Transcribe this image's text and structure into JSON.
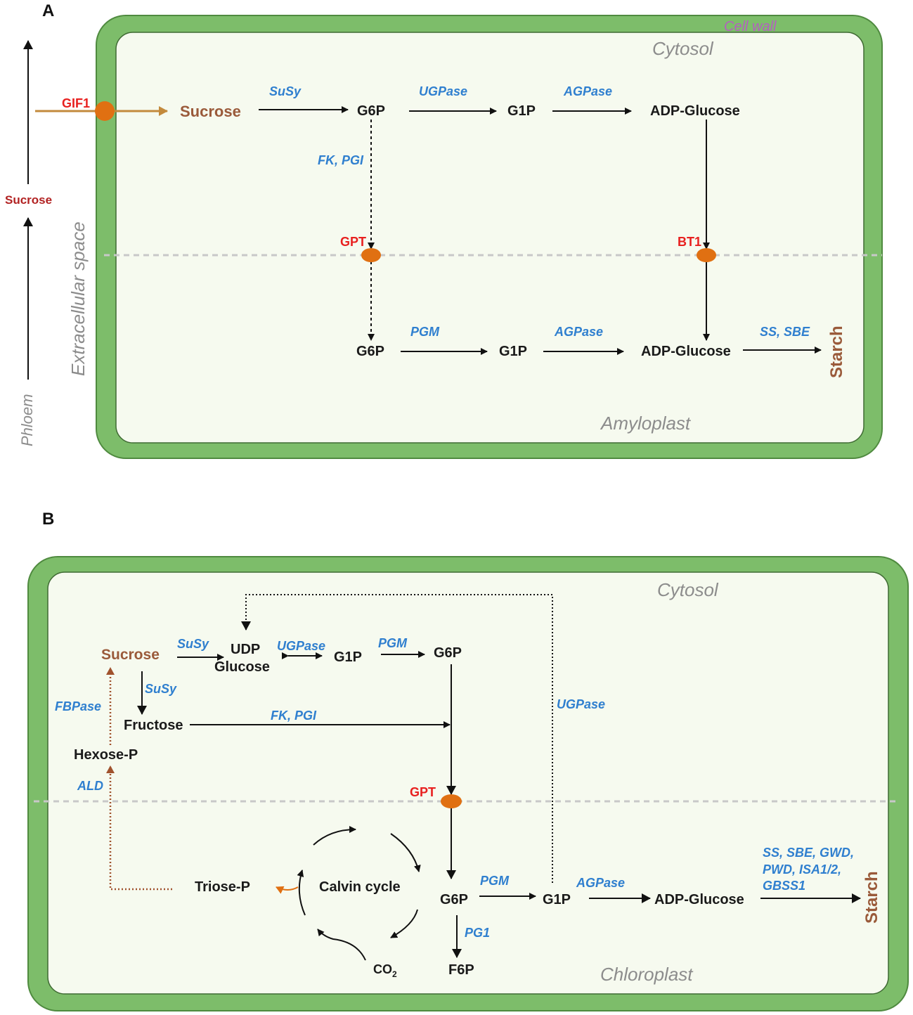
{
  "panelA": {
    "letter": "A",
    "cell_wall": "Cell wall",
    "cytosol": "Cytosol",
    "amyloplast": "Amyloplast",
    "extracellular": "Extracellular space",
    "phloem": "Phloem",
    "phloem_sucrose": "Sucrose",
    "gif1": "GIF1",
    "sucrose": "Sucrose",
    "susy": "SuSy",
    "g6p_cyt": "G6P",
    "ugpase": "UGPase",
    "g1p_cyt": "G1P",
    "agpase_cyt": "AGPase",
    "adpglc_cyt": "ADP-Glucose",
    "fk_pgi": "FK, PGI",
    "gpt": "GPT",
    "bt1": "BT1",
    "g6p_amy": "G6P",
    "pgm": "PGM",
    "g1p_amy": "G1P",
    "agpase_amy": "AGPase",
    "adpglc_amy": "ADP-Glucose",
    "ss_sbe": "SS, SBE",
    "starch": "Starch"
  },
  "panelB": {
    "letter": "B",
    "cytosol": "Cytosol",
    "chloroplast": "Chloroplast",
    "sucrose": "Sucrose",
    "susy_top": "SuSy",
    "udp": "UDP",
    "glucose": "Glucose",
    "ugpase_top": "UGPase",
    "g1p_cyt": "G1P",
    "pgm_top": "PGM",
    "g6p_cyt": "G6P",
    "susy_down": "SuSy",
    "fbpase": "FBPase",
    "fructose": "Fructose",
    "fk_pgi": "FK, PGI",
    "hexose_p": "Hexose-P",
    "ald": "ALD",
    "ugpase_right": "UGPase",
    "gpt": "GPT",
    "triose_p": "Triose-P",
    "calvin": "Calvin cycle",
    "co2": "CO",
    "co2_sub": "2",
    "g6p_chl": "G6P",
    "pgm_chl": "PGM",
    "g1p_chl": "G1P",
    "agpase": "AGPase",
    "adpglc": "ADP-Glucose",
    "starch_enz_1": "SS, SBE, GWD,",
    "starch_enz_2": "PWD, ISA1/2,",
    "starch_enz_3": "GBSS1",
    "starch": "Starch",
    "pg1": "PG1",
    "f6p": "F6P"
  },
  "colors": {
    "cell_wall_green": "#7dbd6a",
    "cell_interior": "#f6faef",
    "enzyme_blue": "#2f7fcf",
    "transporter_red": "#e8201f",
    "sucrose_brown": "#9a5a3a",
    "transporter_orange": "#e07012",
    "gif1_arrow": "#c38a3c"
  }
}
